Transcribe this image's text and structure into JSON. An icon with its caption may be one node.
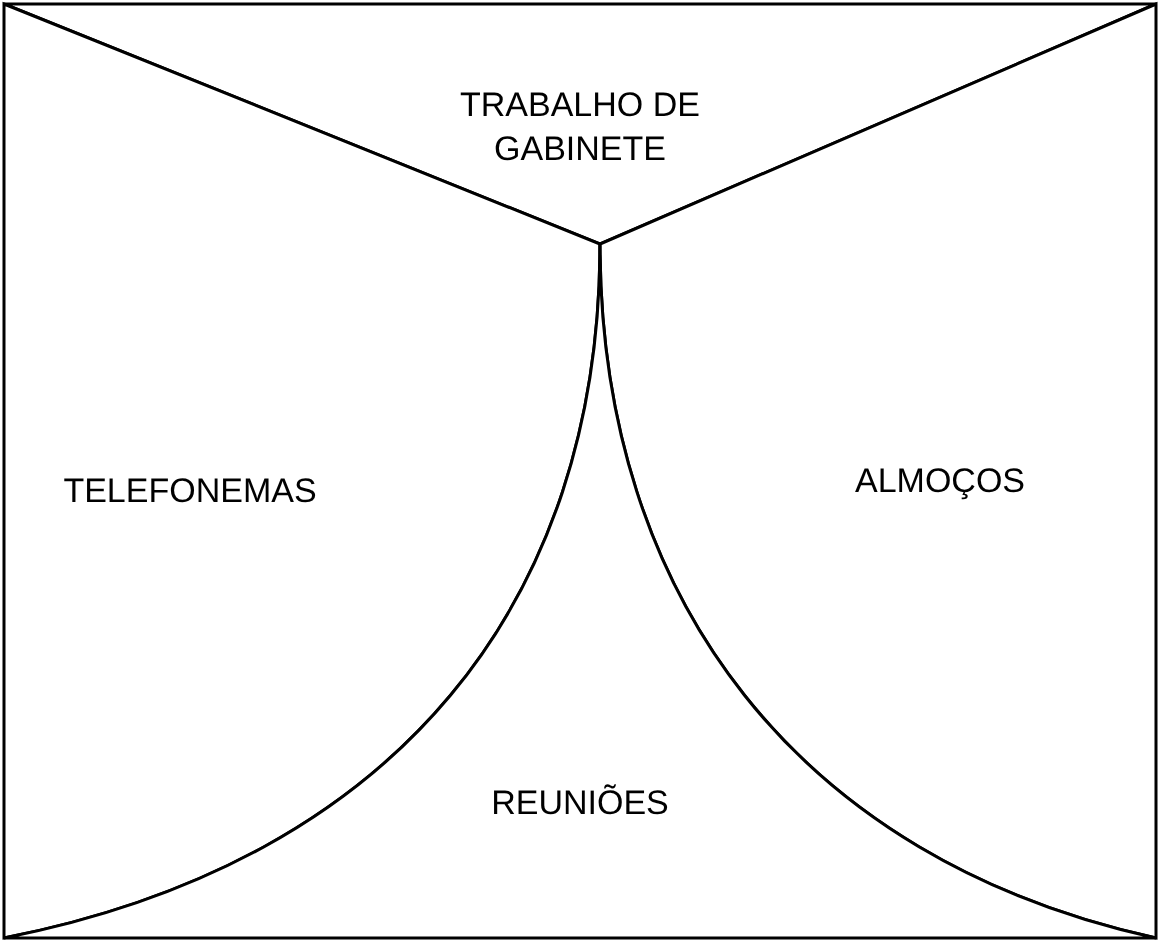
{
  "diagram": {
    "nodes": [
      {
        "text": [
          "TRABALHO DE GABINETE"
        ]
      },
      {
        "text": [
          "TELEFONEMAS"
        ]
      },
      {
        "text": [
          "ALMOÇOS"
        ]
      },
      {
        "text": [
          "REUNIÕES"
        ]
      }
    ]
  }
}
